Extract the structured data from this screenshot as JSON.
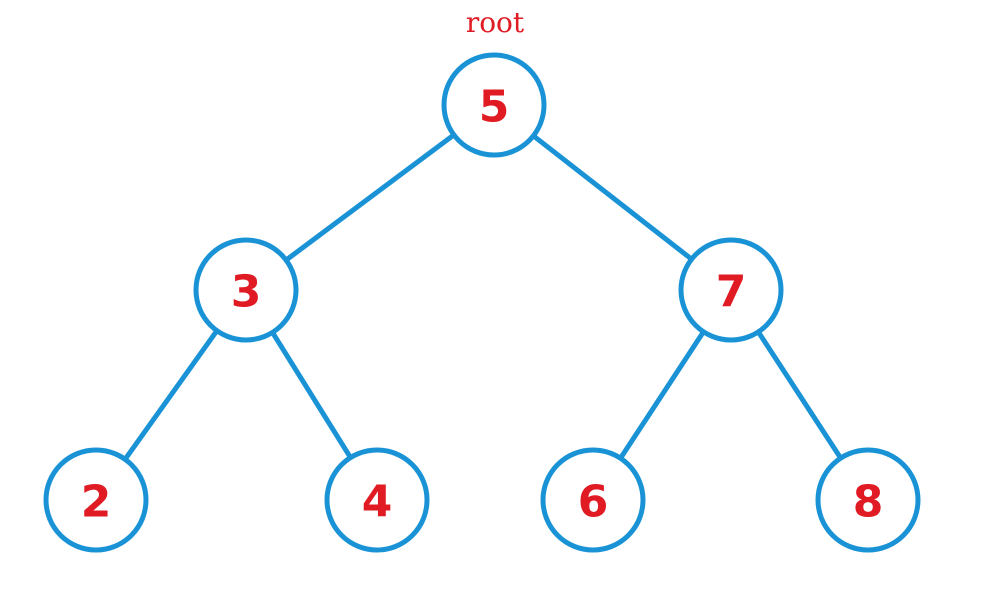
{
  "root_label": "root",
  "nodes": [
    {
      "id": "n5",
      "value": "5"
    },
    {
      "id": "n3",
      "value": "3"
    },
    {
      "id": "n7",
      "value": "7"
    },
    {
      "id": "n2",
      "value": "2"
    },
    {
      "id": "n4",
      "value": "4"
    },
    {
      "id": "n6",
      "value": "6"
    },
    {
      "id": "n8",
      "value": "8"
    }
  ],
  "edges": [
    {
      "from": "n5",
      "to": "n3"
    },
    {
      "from": "n5",
      "to": "n7"
    },
    {
      "from": "n3",
      "to": "n2"
    },
    {
      "from": "n3",
      "to": "n4"
    },
    {
      "from": "n7",
      "to": "n6"
    },
    {
      "from": "n7",
      "to": "n8"
    }
  ],
  "colors": {
    "edge": "#1a93d6",
    "node_border": "#1a93d6",
    "node_text": "#e01b24",
    "label_text": "#e01b24"
  }
}
